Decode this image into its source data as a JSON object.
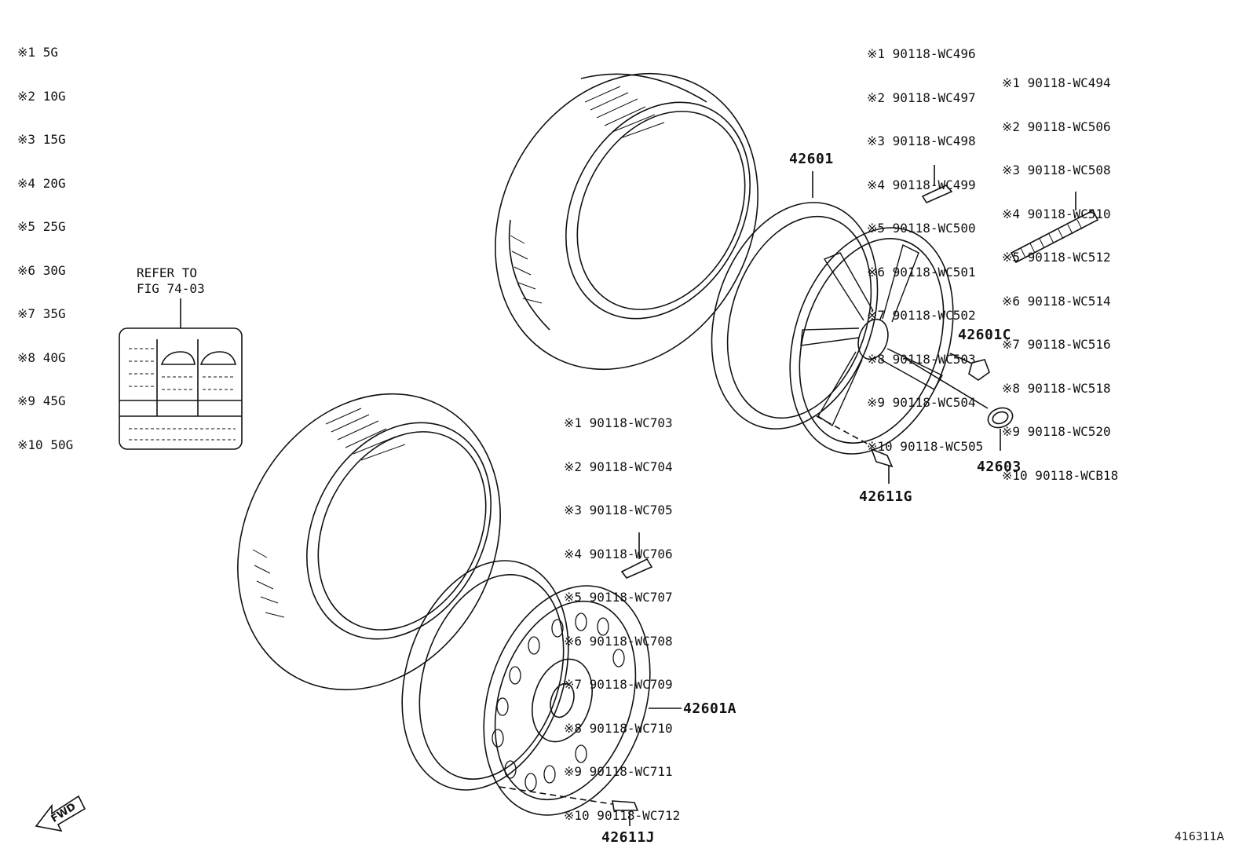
{
  "weights": [
    {
      "mark": "※1",
      "value": "5G"
    },
    {
      "mark": "※2",
      "value": "10G"
    },
    {
      "mark": "※3",
      "value": "15G"
    },
    {
      "mark": "※4",
      "value": "20G"
    },
    {
      "mark": "※5",
      "value": "25G"
    },
    {
      "mark": "※6",
      "value": "30G"
    },
    {
      "mark": "※7",
      "value": "35G"
    },
    {
      "mark": "※8",
      "value": "40G"
    },
    {
      "mark": "※9",
      "value": "45G"
    },
    {
      "mark": "※10",
      "value": "50G"
    }
  ],
  "refer": {
    "line1": "REFER TO",
    "line2": "FIG 74-03"
  },
  "parts_top_center": [
    "※1 90118-WC496",
    "※2 90118-WC497",
    "※3 90118-WC498",
    "※4 90118-WC499",
    "※5 90118-WC500",
    "※6 90118-WC501",
    "※7 90118-WC502",
    "※8 90118-WC503",
    "※9 90118-WC504",
    "※10 90118-WC505"
  ],
  "parts_top_right": [
    "※1 90118-WC494",
    "※2 90118-WC506",
    "※3 90118-WC508",
    "※4 90118-WC510",
    "※5 90118-WC512",
    "※6 90118-WC514",
    "※7 90118-WC516",
    "※8 90118-WC518",
    "※9 90118-WC520",
    "※10 90118-WCB18"
  ],
  "parts_mid": [
    "※1 90118-WC703",
    "※2 90118-WC704",
    "※3 90118-WC705",
    "※4 90118-WC706",
    "※5 90118-WC707",
    "※6 90118-WC708",
    "※7 90118-WC709",
    "※8 90118-WC710",
    "※9 90118-WC711",
    "※10 90118-WC712"
  ],
  "callouts": {
    "wheel_alloy": "42601",
    "nut": "42601C",
    "cap": "42603",
    "valve_top": "42611G",
    "wheel_steel": "42601A",
    "valve_bottom": "42611J"
  },
  "fwd": "FWD",
  "figure_id": "416311A"
}
